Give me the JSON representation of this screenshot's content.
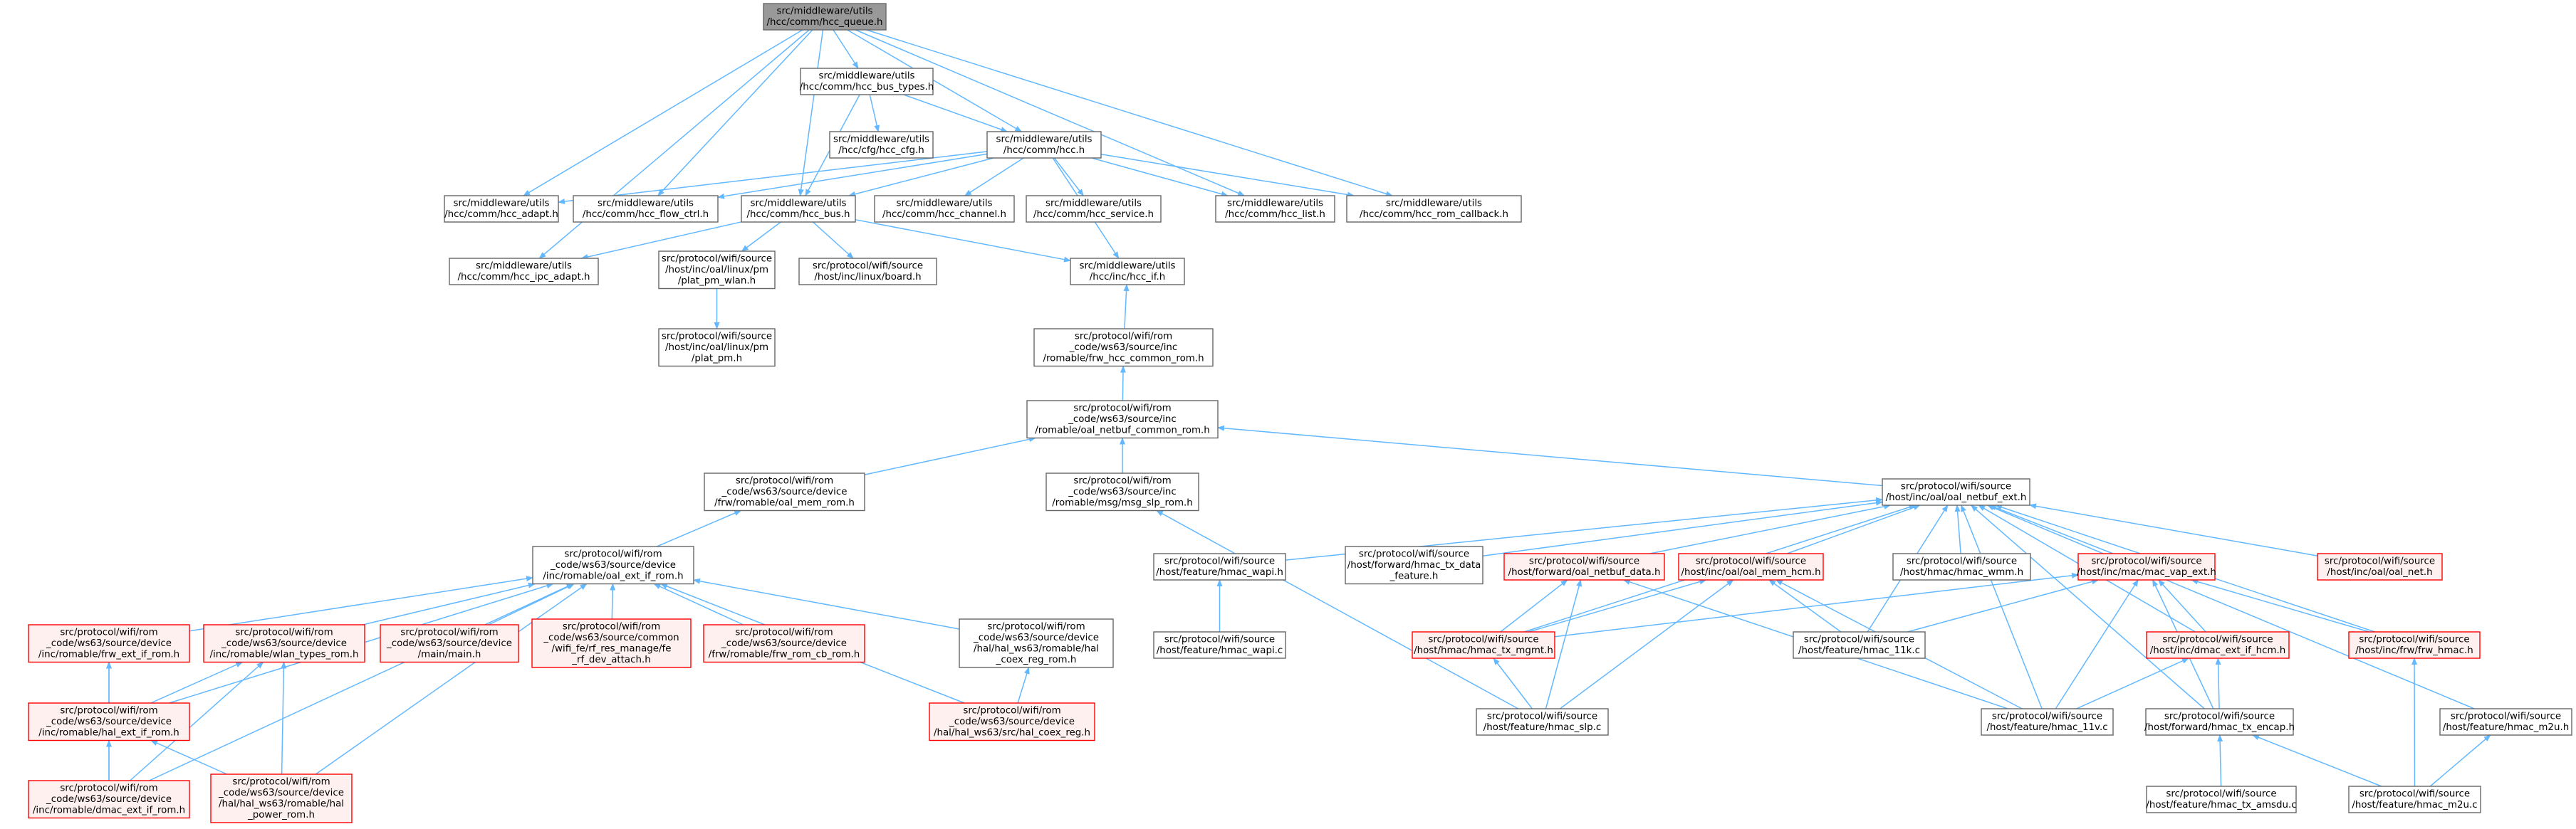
{
  "colors": {
    "edge": "#63b8ff",
    "border": "#666666",
    "border_red": "#ff0000",
    "fill": "#ffffff",
    "fill_red": "#fff0f0",
    "fill_root": "#999999",
    "text": "#000000"
  },
  "nodes": [
    {
      "id": "hcc_queue",
      "lines": [
        "src/middleware/utils",
        "/hcc/comm/hcc_queue.h"
      ],
      "style": "root"
    },
    {
      "id": "hcc_bus_types",
      "lines": [
        "src/middleware/utils",
        "/hcc/comm/hcc_bus_types.h"
      ],
      "style": "normal"
    },
    {
      "id": "hcc_cfg",
      "lines": [
        "src/middleware/utils",
        "/hcc/cfg/hcc_cfg.h"
      ],
      "style": "normal"
    },
    {
      "id": "hcc",
      "lines": [
        "src/middleware/utils",
        "/hcc/comm/hcc.h"
      ],
      "style": "normal"
    },
    {
      "id": "hcc_adapt",
      "lines": [
        "src/middleware/utils",
        "/hcc/comm/hcc_adapt.h"
      ],
      "style": "normal"
    },
    {
      "id": "hcc_flow_ctrl",
      "lines": [
        "src/middleware/utils",
        "/hcc/comm/hcc_flow_ctrl.h"
      ],
      "style": "normal"
    },
    {
      "id": "hcc_bus",
      "lines": [
        "src/middleware/utils",
        "/hcc/comm/hcc_bus.h"
      ],
      "style": "normal"
    },
    {
      "id": "hcc_channel",
      "lines": [
        "src/middleware/utils",
        "/hcc/comm/hcc_channel.h"
      ],
      "style": "normal"
    },
    {
      "id": "hcc_service",
      "lines": [
        "src/middleware/utils",
        "/hcc/comm/hcc_service.h"
      ],
      "style": "normal"
    },
    {
      "id": "hcc_list",
      "lines": [
        "src/middleware/utils",
        "/hcc/comm/hcc_list.h"
      ],
      "style": "normal"
    },
    {
      "id": "hcc_rom_callback",
      "lines": [
        "src/middleware/utils",
        "/hcc/comm/hcc_rom_callback.h"
      ],
      "style": "normal"
    },
    {
      "id": "hcc_ipc_adapt",
      "lines": [
        "src/middleware/utils",
        "/hcc/comm/hcc_ipc_adapt.h"
      ],
      "style": "normal"
    },
    {
      "id": "plat_pm_wlan",
      "lines": [
        "src/protocol/wifi/source",
        "/host/inc/oal/linux/pm",
        "/plat_pm_wlan.h"
      ],
      "style": "normal"
    },
    {
      "id": "board",
      "lines": [
        "src/protocol/wifi/source",
        "/host/inc/linux/board.h"
      ],
      "style": "normal"
    },
    {
      "id": "hcc_if",
      "lines": [
        "src/middleware/utils",
        "/hcc/inc/hcc_if.h"
      ],
      "style": "normal"
    },
    {
      "id": "plat_pm",
      "lines": [
        "src/protocol/wifi/source",
        "/host/inc/oal/linux/pm",
        "/plat_pm.h"
      ],
      "style": "normal"
    },
    {
      "id": "frw_hcc_common_rom",
      "lines": [
        "src/protocol/wifi/rom",
        "_code/ws63/source/inc",
        "/romable/frw_hcc_common_rom.h"
      ],
      "style": "normal"
    },
    {
      "id": "oal_netbuf_common_rom",
      "lines": [
        "src/protocol/wifi/rom",
        "_code/ws63/source/inc",
        "/romable/oal_netbuf_common_rom.h"
      ],
      "style": "normal"
    },
    {
      "id": "oal_mem_rom",
      "lines": [
        "src/protocol/wifi/rom",
        "_code/ws63/source/device",
        "/frw/romable/oal_mem_rom.h"
      ],
      "style": "normal"
    },
    {
      "id": "msg_slp_rom",
      "lines": [
        "src/protocol/wifi/rom",
        "_code/ws63/source/inc",
        "/romable/msg/msg_slp_rom.h"
      ],
      "style": "normal"
    },
    {
      "id": "oal_netbuf_ext",
      "lines": [
        "src/protocol/wifi/source",
        "/host/inc/oal/oal_netbuf_ext.h"
      ],
      "style": "normal"
    },
    {
      "id": "oal_ext_if_rom",
      "lines": [
        "src/protocol/wifi/rom",
        "_code/ws63/source/device",
        "/inc/romable/oal_ext_if_rom.h"
      ],
      "style": "normal"
    },
    {
      "id": "hmac_wapi_h",
      "lines": [
        "src/protocol/wifi/source",
        "/host/feature/hmac_wapi.h"
      ],
      "style": "normal"
    },
    {
      "id": "hmac_tx_data",
      "lines": [
        "src/protocol/wifi/source",
        "/host/forward/hmac_tx_data",
        "_feature.h"
      ],
      "style": "normal"
    },
    {
      "id": "oal_netbuf_data",
      "lines": [
        "src/protocol/wifi/source",
        "/host/forward/oal_netbuf_data.h"
      ],
      "style": "red"
    },
    {
      "id": "oal_mem_hcm",
      "lines": [
        "src/protocol/wifi/source",
        "/host/inc/oal/oal_mem_hcm.h"
      ],
      "style": "red"
    },
    {
      "id": "hmac_wmm",
      "lines": [
        "src/protocol/wifi/source",
        "/host/hmac/hmac_wmm.h"
      ],
      "style": "normal"
    },
    {
      "id": "mac_vap_ext",
      "lines": [
        "src/protocol/wifi/source",
        "/host/inc/mac/mac_vap_ext.h"
      ],
      "style": "red"
    },
    {
      "id": "oal_net",
      "lines": [
        "src/protocol/wifi/source",
        "/host/inc/oal/oal_net.h"
      ],
      "style": "red"
    },
    {
      "id": "frw_ext_if_rom",
      "lines": [
        "src/protocol/wifi/rom",
        "_code/ws63/source/device",
        "/inc/romable/frw_ext_if_rom.h"
      ],
      "style": "red"
    },
    {
      "id": "wlan_types_rom",
      "lines": [
        "src/protocol/wifi/rom",
        "_code/ws63/source/device",
        "/inc/romable/wlan_types_rom.h"
      ],
      "style": "red"
    },
    {
      "id": "main_h",
      "lines": [
        "src/protocol/wifi/rom",
        "_code/ws63/source/device",
        "/main/main.h"
      ],
      "style": "red"
    },
    {
      "id": "rf_dev_attach",
      "lines": [
        "src/protocol/wifi/rom",
        "_code/ws63/source/common",
        "/wifi_fe/rf_res_manage/fe",
        "_rf_dev_attach.h"
      ],
      "style": "red"
    },
    {
      "id": "frw_rom_cb_rom",
      "lines": [
        "src/protocol/wifi/rom",
        "_code/ws63/source/device",
        "/frw/romable/frw_rom_cb_rom.h"
      ],
      "style": "red"
    },
    {
      "id": "hal_coex_reg_rom",
      "lines": [
        "src/protocol/wifi/rom",
        "_code/ws63/source/device",
        "/hal/hal_ws63/romable/hal",
        "_coex_reg_rom.h"
      ],
      "style": "normal"
    },
    {
      "id": "hmac_wapi_c",
      "lines": [
        "src/protocol/wifi/source",
        "/host/feature/hmac_wapi.c"
      ],
      "style": "normal"
    },
    {
      "id": "hmac_tx_mgmt",
      "lines": [
        "src/protocol/wifi/source",
        "/host/hmac/hmac_tx_mgmt.h"
      ],
      "style": "red"
    },
    {
      "id": "hmac_11k",
      "lines": [
        "src/protocol/wifi/source",
        "/host/feature/hmac_11k.c"
      ],
      "style": "normal"
    },
    {
      "id": "dmac_ext_if_hcm",
      "lines": [
        "src/protocol/wifi/source",
        "/host/inc/dmac_ext_if_hcm.h"
      ],
      "style": "red"
    },
    {
      "id": "frw_hmac",
      "lines": [
        "src/protocol/wifi/source",
        "/host/inc/frw/frw_hmac.h"
      ],
      "style": "red"
    },
    {
      "id": "hal_ext_if_rom",
      "lines": [
        "src/protocol/wifi/rom",
        "_code/ws63/source/device",
        "/inc/romable/hal_ext_if_rom.h"
      ],
      "style": "red"
    },
    {
      "id": "hal_coex_reg",
      "lines": [
        "src/protocol/wifi/rom",
        "_code/ws63/source/device",
        "/hal/hal_ws63/src/hal_coex_reg.h"
      ],
      "style": "red"
    },
    {
      "id": "hmac_slp",
      "lines": [
        "src/protocol/wifi/source",
        "/host/feature/hmac_slp.c"
      ],
      "style": "normal"
    },
    {
      "id": "hmac_11v",
      "lines": [
        "src/protocol/wifi/source",
        "/host/feature/hmac_11v.c"
      ],
      "style": "normal"
    },
    {
      "id": "hmac_tx_encap",
      "lines": [
        "src/protocol/wifi/source",
        "/host/forward/hmac_tx_encap.h"
      ],
      "style": "normal"
    },
    {
      "id": "hmac_m2u_h",
      "lines": [
        "src/protocol/wifi/source",
        "/host/feature/hmac_m2u.h"
      ],
      "style": "normal"
    },
    {
      "id": "dmac_ext_if_rom",
      "lines": [
        "src/protocol/wifi/rom",
        "_code/ws63/source/device",
        "/inc/romable/dmac_ext_if_rom.h"
      ],
      "style": "red"
    },
    {
      "id": "hal_power_rom",
      "lines": [
        "src/protocol/wifi/rom",
        "_code/ws63/source/device",
        "/hal/hal_ws63/romable/hal",
        "_power_rom.h"
      ],
      "style": "red"
    },
    {
      "id": "hmac_tx_amsdu",
      "lines": [
        "src/protocol/wifi/source",
        "/host/feature/hmac_tx_amsdu.c"
      ],
      "style": "normal"
    },
    {
      "id": "hmac_m2u_c",
      "lines": [
        "src/protocol/wifi/source",
        "/host/feature/hmac_m2u.c"
      ],
      "style": "normal"
    }
  ],
  "edges": [
    [
      "hcc_queue",
      "hcc_bus_types"
    ],
    [
      "hcc_queue",
      "hcc"
    ],
    [
      "hcc_queue",
      "hcc_adapt"
    ],
    [
      "hcc_queue",
      "hcc_flow_ctrl"
    ],
    [
      "hcc_queue",
      "hcc_bus"
    ],
    [
      "hcc_queue",
      "hcc_list"
    ],
    [
      "hcc_queue",
      "hcc_rom_callback"
    ],
    [
      "hcc_queue",
      "hcc_ipc_adapt"
    ],
    [
      "hcc_bus_types",
      "hcc_cfg"
    ],
    [
      "hcc_bus_types",
      "hcc"
    ],
    [
      "hcc_bus_types",
      "hcc_bus"
    ],
    [
      "hcc",
      "hcc_adapt"
    ],
    [
      "hcc",
      "hcc_flow_ctrl"
    ],
    [
      "hcc",
      "hcc_bus"
    ],
    [
      "hcc",
      "hcc_channel"
    ],
    [
      "hcc",
      "hcc_service"
    ],
    [
      "hcc",
      "hcc_list"
    ],
    [
      "hcc",
      "hcc_rom_callback"
    ],
    [
      "hcc",
      "hcc_if"
    ],
    [
      "hcc_bus",
      "hcc_ipc_adapt"
    ],
    [
      "hcc_bus",
      "plat_pm_wlan"
    ],
    [
      "hcc_bus",
      "board"
    ],
    [
      "hcc_bus",
      "hcc_if"
    ],
    [
      "plat_pm_wlan",
      "plat_pm"
    ],
    [
      "frw_hcc_common_rom",
      "hcc_if"
    ],
    [
      "oal_netbuf_common_rom",
      "frw_hcc_common_rom"
    ],
    [
      "oal_mem_rom",
      "oal_netbuf_common_rom"
    ],
    [
      "msg_slp_rom",
      "oal_netbuf_common_rom"
    ],
    [
      "oal_netbuf_ext",
      "oal_netbuf_common_rom"
    ],
    [
      "oal_ext_if_rom",
      "oal_mem_rom"
    ],
    [
      "hmac_slp",
      "msg_slp_rom"
    ],
    [
      "hmac_wapi_h",
      "oal_netbuf_ext"
    ],
    [
      "hmac_tx_data",
      "oal_netbuf_ext"
    ],
    [
      "oal_netbuf_data",
      "oal_netbuf_ext"
    ],
    [
      "oal_mem_hcm",
      "oal_netbuf_ext"
    ],
    [
      "hmac_wmm",
      "oal_netbuf_ext"
    ],
    [
      "mac_vap_ext",
      "oal_netbuf_ext"
    ],
    [
      "oal_net",
      "oal_netbuf_ext"
    ],
    [
      "hmac_tx_mgmt",
      "oal_netbuf_ext"
    ],
    [
      "hmac_11k",
      "oal_netbuf_ext"
    ],
    [
      "dmac_ext_if_hcm",
      "oal_netbuf_ext"
    ],
    [
      "frw_hmac",
      "oal_netbuf_ext"
    ],
    [
      "hmac_11v",
      "oal_netbuf_ext"
    ],
    [
      "hmac_tx_encap",
      "oal_netbuf_ext"
    ],
    [
      "hmac_m2u_h",
      "oal_netbuf_ext"
    ],
    [
      "frw_ext_if_rom",
      "oal_ext_if_rom"
    ],
    [
      "wlan_types_rom",
      "oal_ext_if_rom"
    ],
    [
      "main_h",
      "oal_ext_if_rom"
    ],
    [
      "rf_dev_attach",
      "oal_ext_if_rom"
    ],
    [
      "frw_rom_cb_rom",
      "oal_ext_if_rom"
    ],
    [
      "hal_coex_reg_rom",
      "oal_ext_if_rom"
    ],
    [
      "hal_ext_if_rom",
      "oal_ext_if_rom"
    ],
    [
      "dmac_ext_if_rom",
      "oal_ext_if_rom"
    ],
    [
      "hal_power_rom",
      "oal_ext_if_rom"
    ],
    [
      "hal_coex_reg",
      "oal_ext_if_rom"
    ],
    [
      "hmac_wapi_c",
      "hmac_wapi_h"
    ],
    [
      "hmac_tx_mgmt",
      "oal_netbuf_data"
    ],
    [
      "hmac_slp",
      "oal_netbuf_data"
    ],
    [
      "hmac_11v",
      "oal_netbuf_data"
    ],
    [
      "hmac_tx_mgmt",
      "oal_mem_hcm"
    ],
    [
      "hmac_11k",
      "oal_mem_hcm"
    ],
    [
      "hmac_slp",
      "oal_mem_hcm"
    ],
    [
      "hmac_11v",
      "oal_mem_hcm"
    ],
    [
      "hmac_11k",
      "mac_vap_ext"
    ],
    [
      "dmac_ext_if_hcm",
      "mac_vap_ext"
    ],
    [
      "frw_hmac",
      "mac_vap_ext"
    ],
    [
      "hmac_tx_mgmt",
      "mac_vap_ext"
    ],
    [
      "hmac_11v",
      "mac_vap_ext"
    ],
    [
      "hmac_tx_encap",
      "mac_vap_ext"
    ],
    [
      "hal_ext_if_rom",
      "frw_ext_if_rom"
    ],
    [
      "dmac_ext_if_rom",
      "frw_ext_if_rom"
    ],
    [
      "hal_ext_if_rom",
      "wlan_types_rom"
    ],
    [
      "dmac_ext_if_rom",
      "wlan_types_rom"
    ],
    [
      "hal_power_rom",
      "wlan_types_rom"
    ],
    [
      "hal_coex_reg",
      "hal_coex_reg_rom"
    ],
    [
      "hmac_slp",
      "hmac_tx_mgmt"
    ],
    [
      "hmac_11v",
      "dmac_ext_if_hcm"
    ],
    [
      "hmac_tx_encap",
      "dmac_ext_if_hcm"
    ],
    [
      "hmac_m2u_c",
      "frw_hmac"
    ],
    [
      "dmac_ext_if_rom",
      "hal_ext_if_rom"
    ],
    [
      "hal_power_rom",
      "hal_ext_if_rom"
    ],
    [
      "hmac_tx_amsdu",
      "hmac_tx_encap"
    ],
    [
      "hmac_m2u_c",
      "hmac_tx_encap"
    ],
    [
      "hmac_m2u_c",
      "hmac_m2u_h"
    ]
  ]
}
